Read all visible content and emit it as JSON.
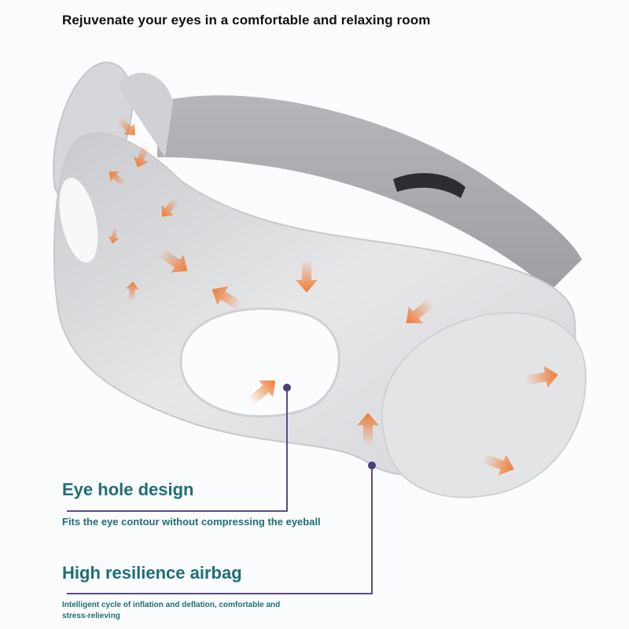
{
  "headline": "Rejuvenate your eyes in a comfortable and relaxing room",
  "features": [
    {
      "title": "Eye hole design",
      "description": "Fits the eye contour without compressing the eyeball"
    },
    {
      "title": "High resilience airbag",
      "description": "Intelligent cycle of inflation and deflation, comfortable and stress-relieving"
    }
  ],
  "colors": {
    "accent_text": "#1e6e78",
    "connector": "#5a4b8a",
    "arrow": "#f07a34",
    "mask": "#d9dadd",
    "strap": "#a9abae"
  }
}
